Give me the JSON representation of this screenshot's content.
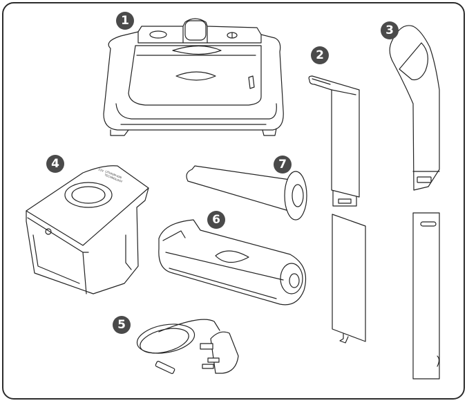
{
  "figure": {
    "title": "Parts overview",
    "parts": [
      {
        "number": "1",
        "name": "base-station"
      },
      {
        "number": "2",
        "name": "stick-handle-upper"
      },
      {
        "number": "3",
        "name": "handle-grip"
      },
      {
        "number": "4",
        "name": "battery-pack"
      },
      {
        "number": "5",
        "name": "charger"
      },
      {
        "number": "6",
        "name": "cleaner-body"
      },
      {
        "number": "7",
        "name": "roller"
      }
    ],
    "battery_label": {
      "brand": "22V",
      "line1": "LITHIUM-ION",
      "line2": "TECHNOLOGY"
    },
    "colors": {
      "badge": "#4a4a4a",
      "line": "#222222",
      "frame": "#2b2b2b"
    }
  }
}
